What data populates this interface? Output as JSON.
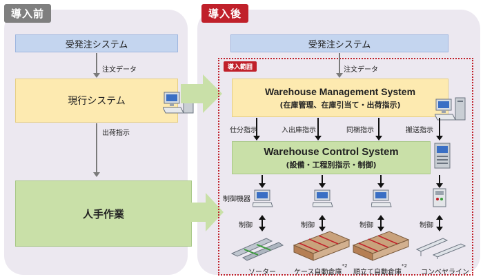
{
  "before": {
    "tag": "導入前",
    "order_system": "受発注システム",
    "order_data_label": "注文データ",
    "current_system": "現行システム",
    "ship_instruction_label": "出荷指示",
    "manual_work": "人手作業"
  },
  "after": {
    "tag": "導入後",
    "order_system": "受発注システム",
    "scope_label": "導入範囲",
    "order_data_label": "注文データ",
    "wms_title": "Warehouse Management System",
    "wms_sub": "(在庫管理、在庫引当て・出荷指示)",
    "instructions": [
      "仕分指示",
      "入出庫指示",
      "同梱指示",
      "搬送指示"
    ],
    "wcs_title": "Warehouse Control System",
    "wcs_sub": "(設備・工程別指示・制御)",
    "control_device_label": "制御機器",
    "control_labels": [
      "制御",
      "制御",
      "制御",
      "制御"
    ],
    "equipment": [
      {
        "name": "ソーター",
        "note": ""
      },
      {
        "name": "ケース自動倉庫",
        "note": "*2"
      },
      {
        "name": "順立て自動倉庫",
        "note": "*2"
      },
      {
        "name": "コンベヤライン",
        "note": ""
      }
    ]
  },
  "colors": {
    "tag_before": "#7f7f7f",
    "tag_after": "#c0202a",
    "scope_border": "#c0202a",
    "panel_bg": "#ece8f0",
    "order_box": "#c4d5ef",
    "yellow_box": "#fdeab0",
    "green_box": "#c9e0a8"
  }
}
